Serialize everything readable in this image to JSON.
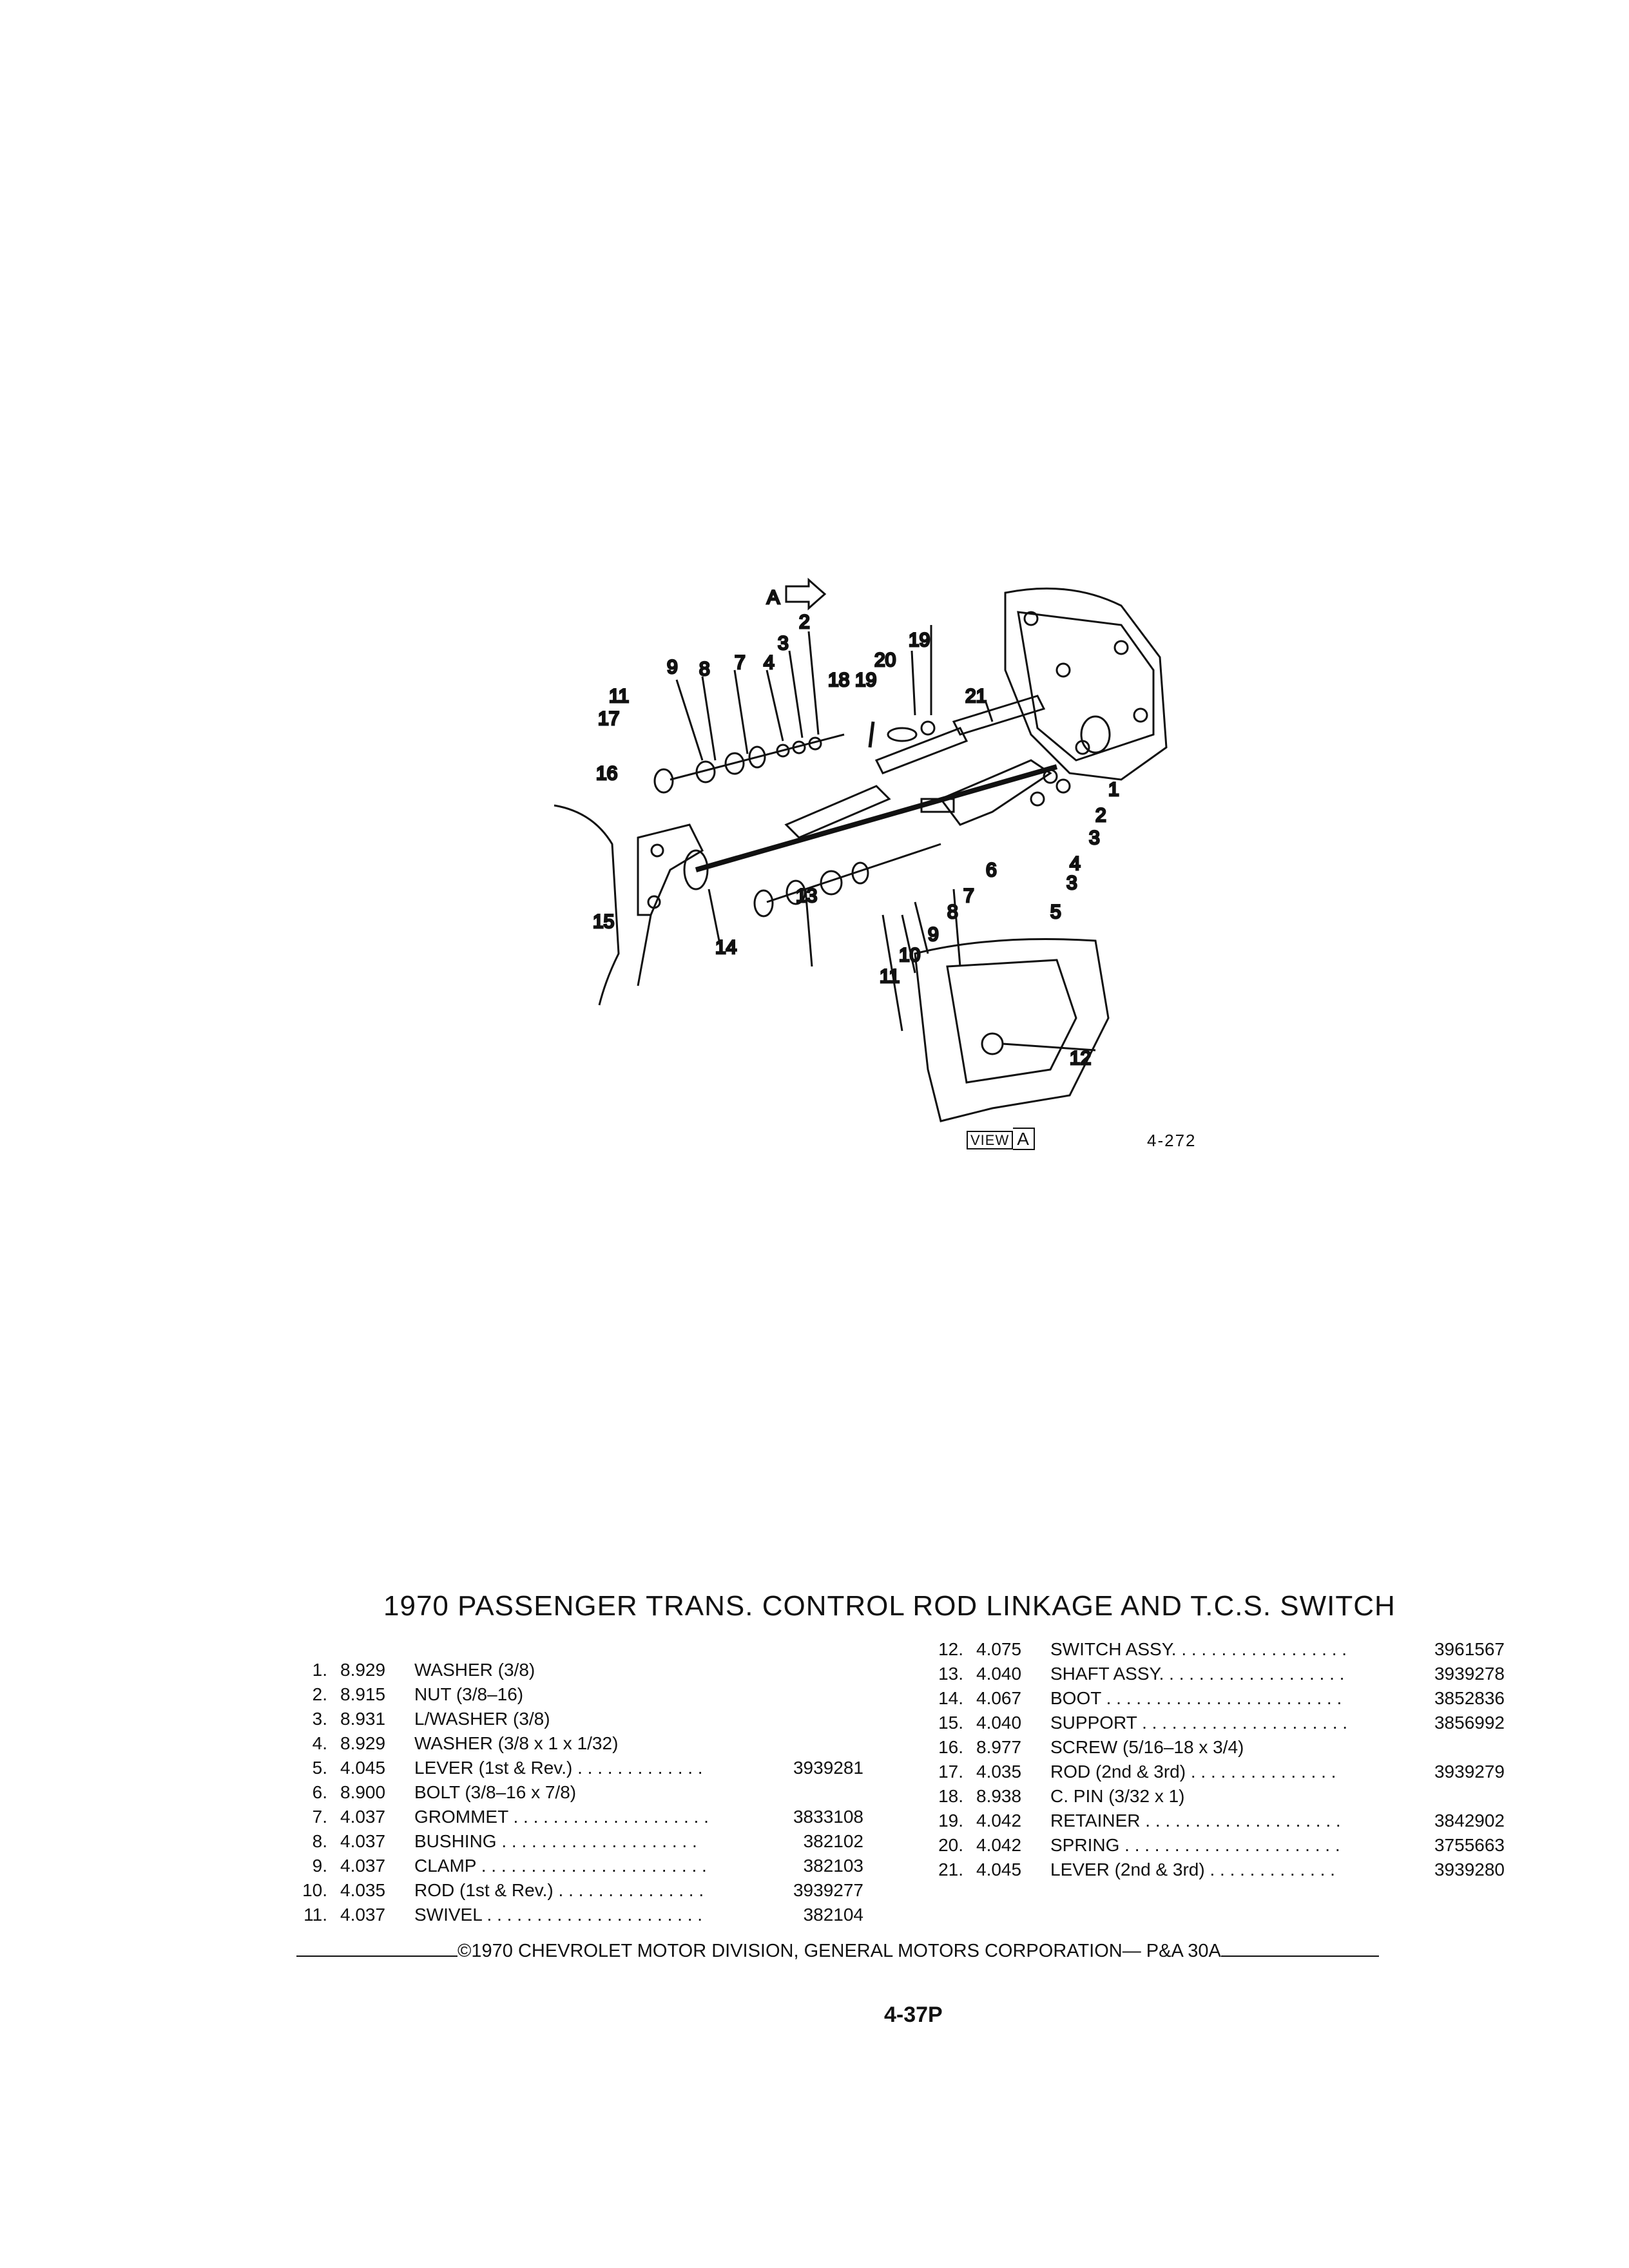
{
  "figure": {
    "callouts": [
      "1",
      "2",
      "3",
      "4",
      "5",
      "6",
      "7",
      "8",
      "9",
      "10",
      "11",
      "12",
      "13",
      "14",
      "15",
      "16",
      "17",
      "18",
      "19",
      "20",
      "21"
    ],
    "view_label": "A",
    "view_box_text": "VIEW",
    "view_box_letter": "A",
    "figure_number": "4-272"
  },
  "title": "1970 PASSENGER TRANS. CONTROL ROD LINKAGE AND T.C.S. SWITCH",
  "parts_left": [
    {
      "no": "1.",
      "code": "8.929",
      "desc": "WASHER (3/8)",
      "part": ""
    },
    {
      "no": "2.",
      "code": "8.915",
      "desc": "NUT (3/8–16)",
      "part": ""
    },
    {
      "no": "3.",
      "code": "8.931",
      "desc": "L/WASHER (3/8)",
      "part": ""
    },
    {
      "no": "4.",
      "code": "8.929",
      "desc": "WASHER (3/8 x 1 x 1/32)",
      "part": ""
    },
    {
      "no": "5.",
      "code": "4.045",
      "desc": "LEVER (1st & Rev.) . . . . . . . . . . . . .",
      "part": "3939281"
    },
    {
      "no": "6.",
      "code": "8.900",
      "desc": "BOLT (3/8–16 x 7/8)",
      "part": ""
    },
    {
      "no": "7.",
      "code": "4.037",
      "desc": "GROMMET . . . . . . . . . . . . . . . . . . . .",
      "part": "3833108"
    },
    {
      "no": "8.",
      "code": "4.037",
      "desc": "BUSHING . . . . . . . . . . . . . . . . . . . .",
      "part": "382102"
    },
    {
      "no": "9.",
      "code": "4.037",
      "desc": "CLAMP . . . . . . . . . . . . . . . . . . . . . . .",
      "part": "382103"
    },
    {
      "no": "10.",
      "code": "4.035",
      "desc": "ROD (1st & Rev.) . . . . . . . . . . . . . . .",
      "part": "3939277"
    },
    {
      "no": "11.",
      "code": "4.037",
      "desc": "SWIVEL . . . . . . . . . . . . . . . . . . . . . .",
      "part": "382104"
    }
  ],
  "parts_right": [
    {
      "no": "12.",
      "code": "4.075",
      "desc": "SWITCH ASSY. . . . . . . . . . . . . . . . . .",
      "part": "3961567"
    },
    {
      "no": "13.",
      "code": "4.040",
      "desc": "SHAFT ASSY. . . . . . . . . . . . . . . . . . .",
      "part": "3939278"
    },
    {
      "no": "14.",
      "code": "4.067",
      "desc": "BOOT . . . . . . . . . . . . . . . . . . . . . . . .",
      "part": "3852836"
    },
    {
      "no": "15.",
      "code": "4.040",
      "desc": "SUPPORT . . . . . . . . . . . . . . . . . . . . .",
      "part": "3856992"
    },
    {
      "no": "16.",
      "code": "8.977",
      "desc": "SCREW (5/16–18 x 3/4)",
      "part": ""
    },
    {
      "no": "17.",
      "code": "4.035",
      "desc": "ROD (2nd & 3rd) . . . . . . . . . . . . . . .",
      "part": "3939279"
    },
    {
      "no": "18.",
      "code": "8.938",
      "desc": "C. PIN (3/32 x 1)",
      "part": ""
    },
    {
      "no": "19.",
      "code": "4.042",
      "desc": "RETAINER . . . . . . . . . . . . . . . . . . . .",
      "part": "3842902"
    },
    {
      "no": "20.",
      "code": "4.042",
      "desc": "SPRING . . . . . . . . . . . . . . . . . . . . . .",
      "part": "3755663"
    },
    {
      "no": "21.",
      "code": "4.045",
      "desc": "LEVER (2nd & 3rd) . . . . . . . . . . . . .",
      "part": "3939280"
    }
  ],
  "copyright": "©1970 CHEVROLET MOTOR DIVISION, GENERAL MOTORS CORPORATION— P&A 30A",
  "page_number": "4-37P"
}
